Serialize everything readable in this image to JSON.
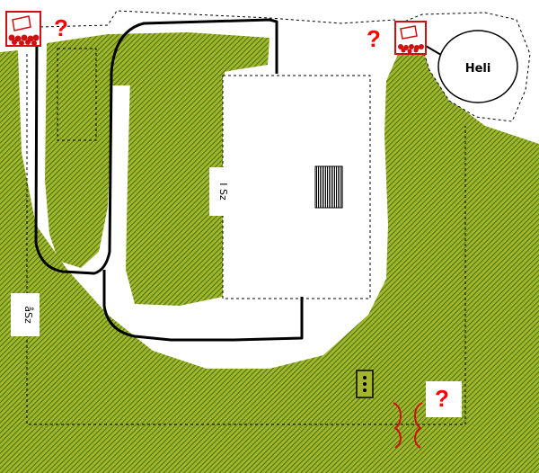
{
  "map": {
    "colors": {
      "hatch_fg": "#4d7a12",
      "hatch_bg": "#a3b62d",
      "road": "#000000",
      "boundary": "#000000",
      "question": "#ff0000",
      "marker": "#d01010",
      "building_fill": "#ffffff"
    },
    "labels": {
      "heli": "Heli",
      "sz_left": "åSz",
      "sz_center": "I Sz",
      "question_1": "?",
      "question_2": "?",
      "question_3": "?"
    },
    "icons": {
      "marker_left": "crowd-flag-icon",
      "marker_right": "crowd-flag-icon",
      "hatched_block": "hatched-rectangle-icon",
      "small_block": "small-structure-icon",
      "gate": "gate-bracket-icon"
    }
  }
}
